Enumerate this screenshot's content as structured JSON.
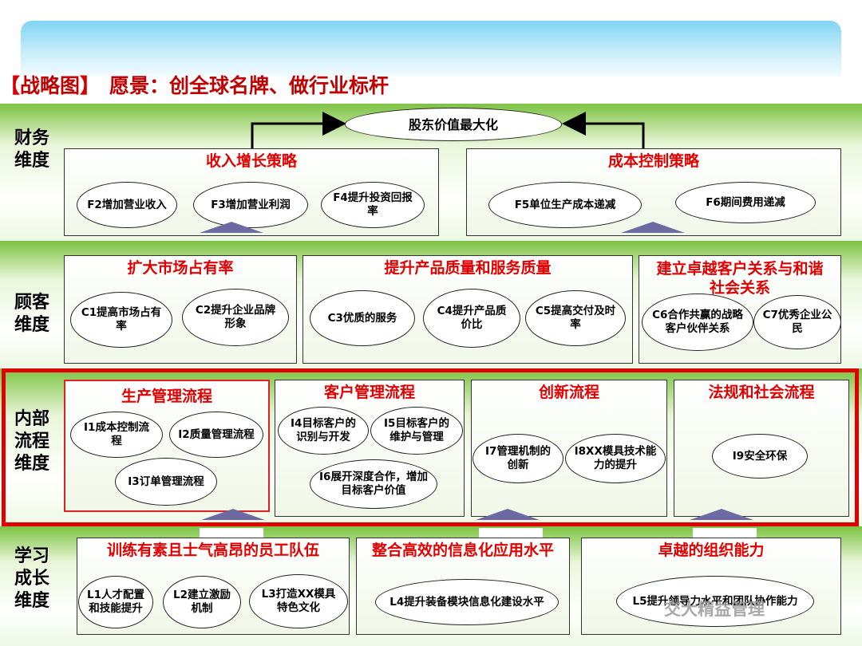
{
  "title": {
    "bracket_open": "【",
    "label": "战略图",
    "bracket_close": "】",
    "vision": "愿景：创全球名牌、做行业标杆"
  },
  "top_goal": "股东价值最大化",
  "dimensions": {
    "finance": [
      "财务",
      "维度"
    ],
    "customer": [
      "顾客",
      "维度"
    ],
    "internal": [
      "内部",
      "流程",
      "维度"
    ],
    "learning": [
      "学习",
      "成长",
      "维度"
    ]
  },
  "finance": {
    "groups": [
      {
        "title": "收入增长策略",
        "items": [
          "F2增加营业收入",
          "F3增加营业利润",
          "F4提升投资回报率"
        ]
      },
      {
        "title": "成本控制策略",
        "items": [
          "F5单位生产成本递减",
          "F6期间费用递减"
        ]
      }
    ]
  },
  "customer": {
    "groups": [
      {
        "title": "扩大市场占有率",
        "items": [
          "C1提高市场占有率",
          "C2提升企业品牌形象"
        ]
      },
      {
        "title": "提升产品质量和服务质量",
        "items": [
          "C3优质的服务",
          "C4提升产品质价比",
          "C5提高交付及时率"
        ]
      },
      {
        "title": "建立卓越客户关系与和谐社会关系",
        "items": [
          "C6合作共赢的战略客户伙伴关系",
          "C7优秀企业公民"
        ]
      }
    ]
  },
  "internal": {
    "groups": [
      {
        "title": "生产管理流程",
        "items": [
          "I1成本控制流程",
          "I2质量管理流程",
          "I3订单管理流程"
        ]
      },
      {
        "title": "客户管理流程",
        "items": [
          "I4目标客户的识别与开发",
          "I5目标客户的维护与管理",
          "I6展开深度合作，增加目标客户价值"
        ]
      },
      {
        "title": "创新流程",
        "items": [
          "I7管理机制的创新",
          "I8XX模具技术能力的提升"
        ]
      },
      {
        "title": "法规和社会流程",
        "items": [
          "I9安全环保"
        ]
      }
    ]
  },
  "learning": {
    "groups": [
      {
        "title": "训练有素且士气高昂的员工队伍",
        "items": [
          "L1人才配置和技能提升",
          "L2建立激励机制",
          "L3打造XX模具特色文化"
        ]
      },
      {
        "title": "整合高效的信息化应用水平",
        "items": [
          "L4提升装备模块信息化建设水平"
        ]
      },
      {
        "title": "卓越的组织能力",
        "items": [
          "L5提升领导力水平和团队协作能力"
        ]
      }
    ]
  },
  "watermark": "交大精益管理",
  "colors": {
    "accent_red": "#e00000",
    "band_green": "#7cc242",
    "arrow_purple": "#6d6aa3"
  }
}
